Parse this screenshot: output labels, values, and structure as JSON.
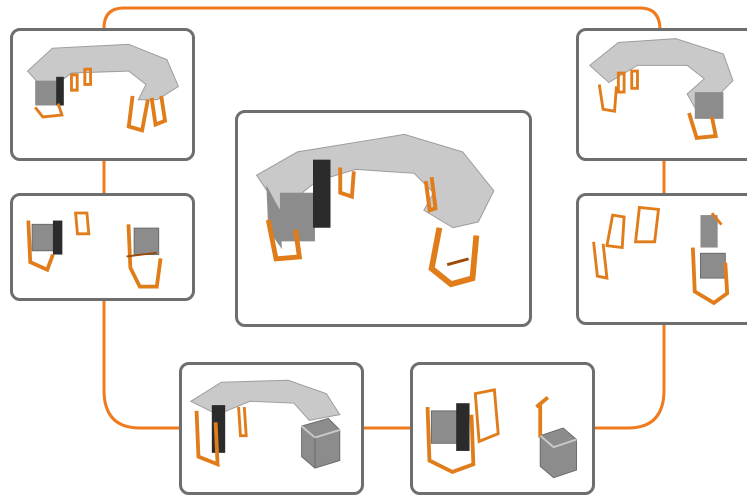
{
  "colors": {
    "connector": "#f07a1e",
    "frame": "#e07d1a",
    "frame_dark": "#9a4a0a",
    "desktop": "#c9c9c9",
    "desktop_edge": "#9c9c9c",
    "cabinet": "#8c8c8c",
    "cabinet_dark": "#2b2b2b",
    "panel_border": "#6e6e6e"
  },
  "panels": [
    {
      "name": "view-top-left",
      "icon": "curved-desk-assembled-icon"
    },
    {
      "name": "view-center",
      "icon": "curved-desk-assembled-large-icon"
    },
    {
      "name": "view-top-right",
      "icon": "curved-desk-rear-view-icon"
    },
    {
      "name": "view-middle-left",
      "icon": "desk-frames-with-cabinet-icon"
    },
    {
      "name": "view-middle-right",
      "icon": "desk-frames-exploded-icon"
    },
    {
      "name": "view-bottom-left",
      "icon": "desk-with-cube-cabinet-icon"
    },
    {
      "name": "view-bottom-right",
      "icon": "frames-and-cabinet-parts-icon"
    }
  ]
}
